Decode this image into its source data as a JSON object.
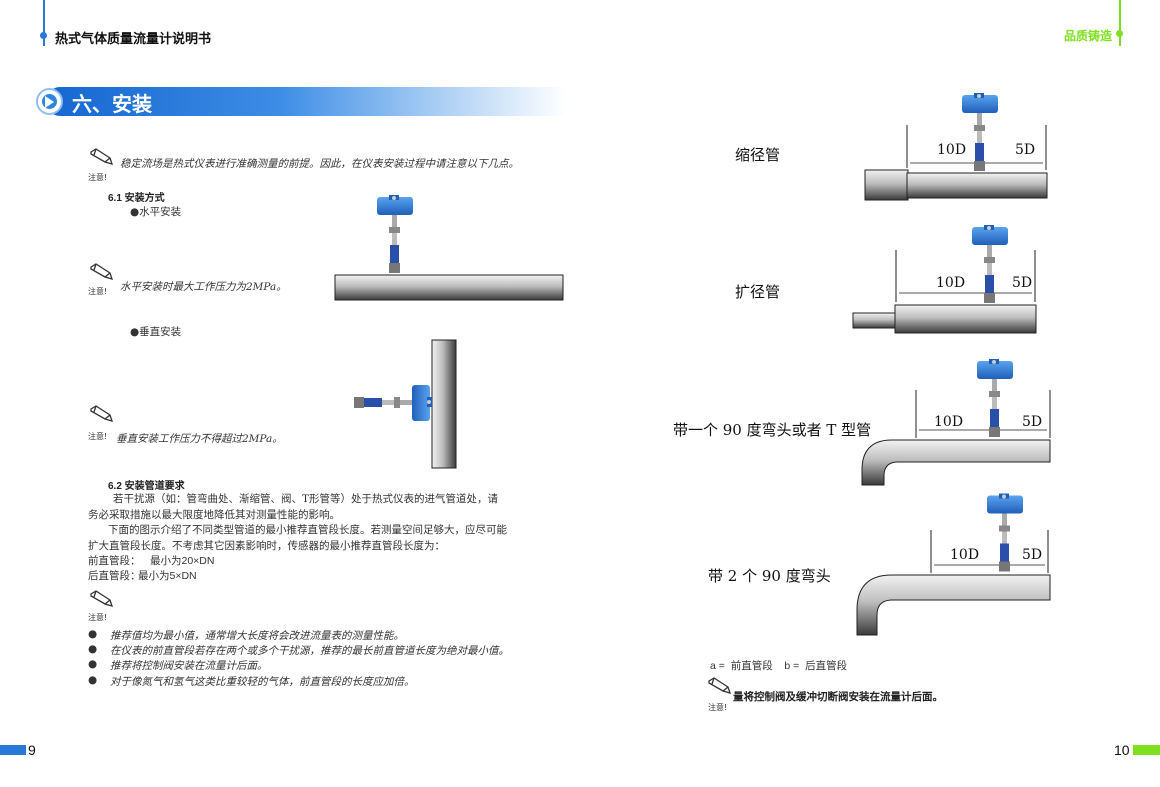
{
  "header": {
    "left_title": "热式气体质量流量计说明书",
    "right_slogan": "品质铸造"
  },
  "section": {
    "title": "六、安装"
  },
  "notes": {
    "label": "注意!",
    "intro": "稳定流场是热式仪表进行准确测量的前提。因此，在仪表安装过程中请注意以下几点。",
    "horizontal_pressure": "水平安装时最大工作压力为2MPa。",
    "vertical_pressure": "垂直安装工作压力不得超过2MPa。",
    "right_note": "量将控制阀及缓冲切断阀安装在流量计后面。"
  },
  "s61": {
    "heading": "6.1  安装方式",
    "horizontal": "●水平安装",
    "vertical": "●垂直安装"
  },
  "s62": {
    "heading": "6.2  安装管道要求",
    "lines": [
      "若干扰源（如：管弯曲处、渐缩管、阀、T形管等）处于热式仪表的进气管道处，请",
      "务必采取措施以最大限度地降低其对测量性能的影响。",
      "下面的图示介绍了不同类型管道的最小推荐直管段长度。若测量空间足够大，应尽可能",
      "扩大直管段长度。不考虑其它因素影响时，传感器的最小推荐直管段长度为："
    ],
    "upstream_label": "前直管段：",
    "upstream_value": "最小为20×DN",
    "downstream_label": "后直管段：",
    "downstream_value": "最小为5×DN",
    "bullets": [
      "推荐值均为最小值，通常增大长度将会改进流量表的测量性能。",
      "在仪表的前直管段若存在两个或多个干扰源，推荐的最长前直管道长度为绝对最小值。",
      "推荐将控制阀安装在流量计后面。",
      "对于像氮气和氢气这类比重较轻的气体，前直管段的长度应加倍。"
    ]
  },
  "diagrams": [
    {
      "label": "缩径管",
      "upstream": "10D",
      "downstream": "5D"
    },
    {
      "label": "扩径管",
      "upstream": "10D",
      "downstream": "5D"
    },
    {
      "label": "带一个 90 度弯头或者 T 型管",
      "upstream": "10D",
      "downstream": "5D"
    },
    {
      "label": "带 2 个 90 度弯头",
      "upstream": "10D",
      "downstream": "5D"
    }
  ],
  "legend": "a =  前直管段    b =  后直管段",
  "pages": {
    "left": "9",
    "right": "10"
  },
  "colors": {
    "blue": "#2a78d8",
    "green": "#7ee01f"
  }
}
